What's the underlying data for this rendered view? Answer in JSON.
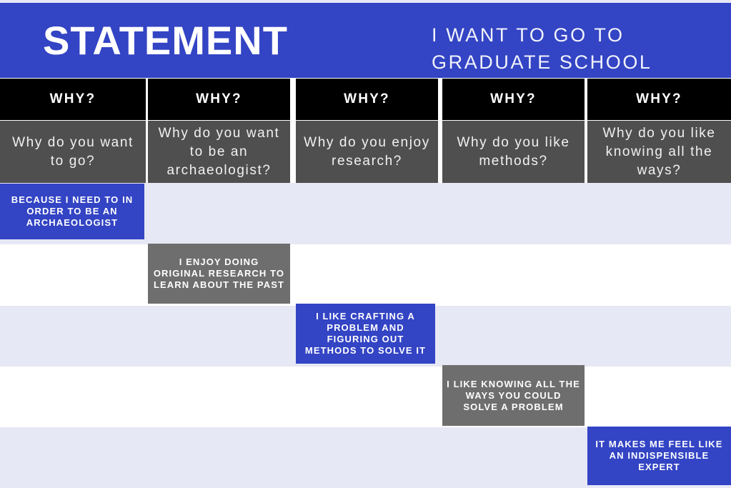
{
  "banner": {
    "title": "STATEMENT",
    "subtitle": "I WANT TO GO TO GRADUATE SCHOOL",
    "bg_color": "#3344c4",
    "title_color": "#ffffff"
  },
  "colors": {
    "accent_blue": "#3344c4",
    "answer_gray": "#6e6e6e",
    "question_gray": "#4f4f4f",
    "header_black": "#000000",
    "band_lavender": "#e6e8f5",
    "band_white": "#ffffff"
  },
  "columns": [
    {
      "header": "WHY?",
      "question": "Why do you want to go?"
    },
    {
      "header": "WHY?",
      "question": "Why do you want to be an archaeologist?"
    },
    {
      "header": "WHY?",
      "question": "Why do you enjoy research?"
    },
    {
      "header": "WHY?",
      "question": "Why do you like methods?"
    },
    {
      "header": "WHY?",
      "question": "Why do you like knowing all the ways?"
    }
  ],
  "answers": [
    {
      "text": "BECAUSE I NEED TO IN ORDER TO BE AN ARCHAEOLOGIST",
      "style": "blue"
    },
    {
      "text": "I ENJOY DOING ORIGINAL RESEARCH TO LEARN ABOUT THE PAST",
      "style": "gray"
    },
    {
      "text": "I LIKE CRAFTING A PROBLEM AND FIGURING OUT METHODS TO SOLVE IT",
      "style": "blue"
    },
    {
      "text": "I LIKE KNOWING ALL THE WAYS YOU COULD SOLVE A PROBLEM",
      "style": "gray"
    },
    {
      "text": "IT MAKES ME FEEL LIKE AN INDISPENSIBLE EXPERT",
      "style": "blue"
    }
  ],
  "bands": [
    {
      "style": "alt"
    },
    {
      "style": "plain"
    },
    {
      "style": "alt"
    },
    {
      "style": "plain"
    },
    {
      "style": "alt"
    }
  ]
}
